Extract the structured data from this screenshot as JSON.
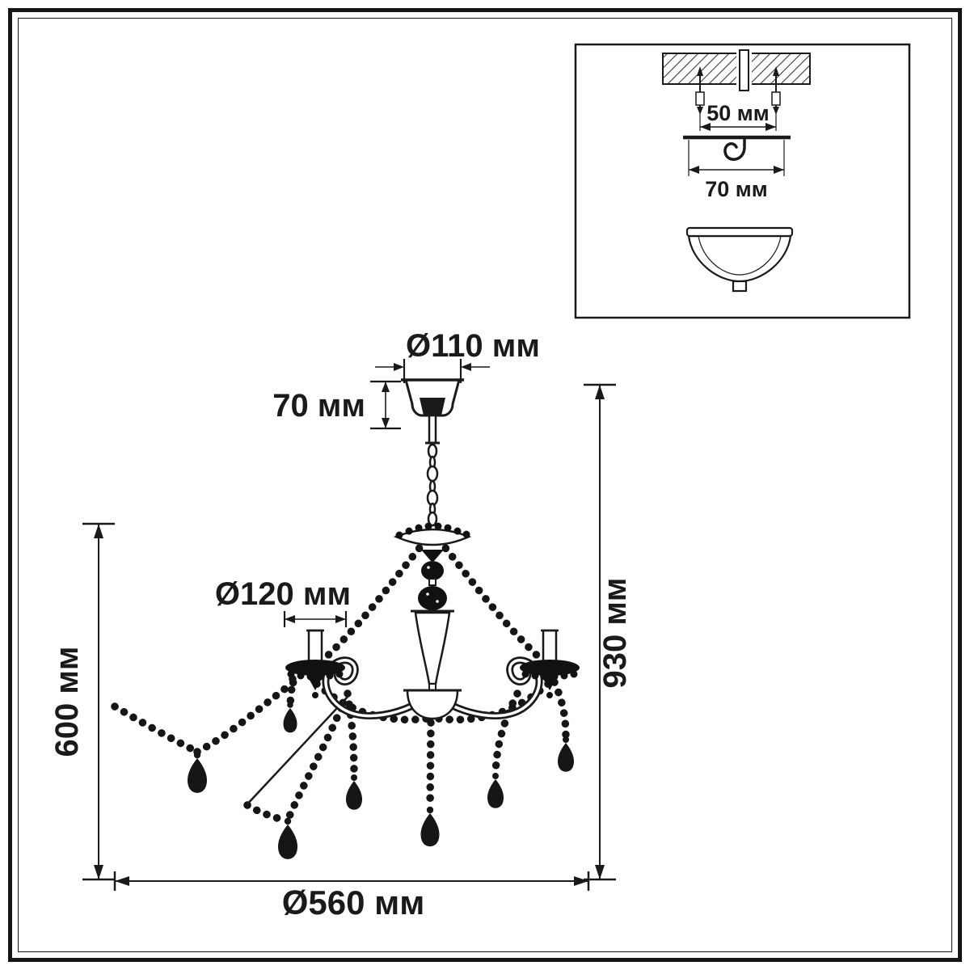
{
  "labels": {
    "canopy_diameter": "Ø110 мм",
    "canopy_height": "70 мм",
    "socket_diameter": "Ø120 мм",
    "body_height": "600 мм",
    "total_height": "930 мм",
    "total_diameter": "Ø560 мм"
  },
  "inset": {
    "screw_spacing": "50 мм",
    "bracket_width": "70 мм"
  },
  "colors": {
    "ink": "#1a1a1a",
    "background": "#ffffff"
  }
}
